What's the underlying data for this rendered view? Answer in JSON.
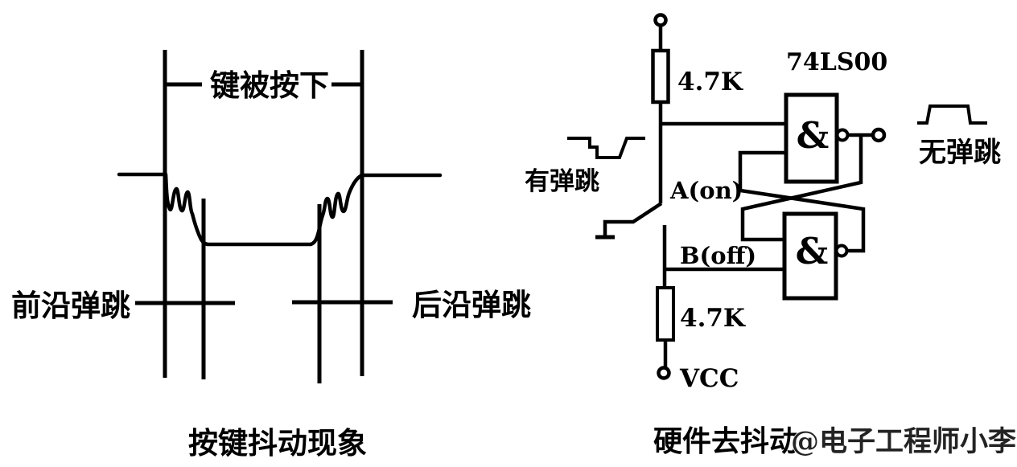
{
  "left_diagram": {
    "top_label": "键被按下",
    "leading_edge_label": "前沿弹跳",
    "trailing_edge_label": "后沿弹跳",
    "caption": "按键抖动现象"
  },
  "right_circuit": {
    "chip_label": "74LS00",
    "pullup_top_value": "4.7K",
    "pullup_bottom_value": "4.7K",
    "gate1_symbol": "&",
    "gate2_symbol": "&",
    "switch_contact_a_label": "A(on)",
    "switch_contact_b_label": "B(off)",
    "vcc_label": "VCC",
    "input_wave_label": "有弹跳",
    "output_wave_label": "无弹跳",
    "caption": "硬件去抖动",
    "watermark": "@电子工程师小李"
  },
  "colors": {
    "background": "#ffffff",
    "stroke": "#000000",
    "watermark_fill": "#232323"
  }
}
